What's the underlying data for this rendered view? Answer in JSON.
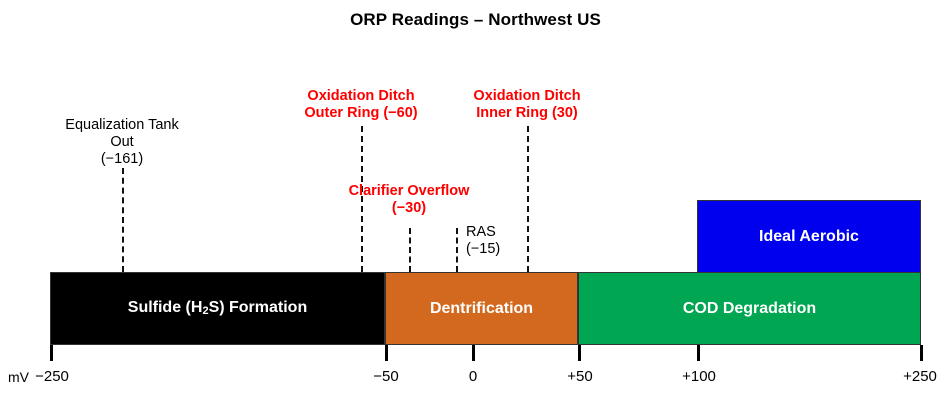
{
  "chart_data": {
    "type": "bar",
    "title": "ORP Readings – Northwest US",
    "xlabel": "mV",
    "ylabel": "",
    "xlim": [
      -250,
      250
    ],
    "grid": false,
    "legend": "none",
    "axis": {
      "unit_label": "mV",
      "ticks": [
        {
          "value": -250,
          "label": "−250"
        },
        {
          "value": -50,
          "label": "−50"
        },
        {
          "value": 0,
          "label": "0"
        },
        {
          "value": 50,
          "label": "+50"
        },
        {
          "value": 100,
          "label": "+100"
        },
        {
          "value": 250,
          "label": "+250"
        }
      ]
    },
    "bands": [
      {
        "name": "sulfide-formation",
        "label": "Sulfide (H₂S) Formation",
        "label_main": "Sulfide (H",
        "label_sub": "2",
        "label_tail": "S) Formation",
        "start": -250,
        "end": -50,
        "color": "#000000",
        "row": "base"
      },
      {
        "name": "dentrification",
        "label": "Dentrification",
        "start": -50,
        "end": 50,
        "color": "#D2691E",
        "row": "base"
      },
      {
        "name": "cod-degradation",
        "label": "COD Degradation",
        "start": 50,
        "end": 250,
        "color": "#00A651",
        "row": "base"
      },
      {
        "name": "ideal-aerobic",
        "label": "Ideal Aerobic",
        "start": 100,
        "end": 250,
        "color": "#0000EE",
        "row": "upper"
      }
    ],
    "annotations": [
      {
        "name": "equalization-tank-out",
        "lines": [
          "Equalization Tank",
          "Out",
          "(−161)"
        ],
        "value": -161,
        "color": "#000000",
        "bold": false,
        "align": "center"
      },
      {
        "name": "oxidation-ditch-outer-ring",
        "lines": [
          "Oxidation Ditch",
          "Outer Ring (−60)"
        ],
        "value": -60,
        "color": "#ff0000",
        "bold": true,
        "align": "center"
      },
      {
        "name": "clarifier-overflow",
        "lines": [
          "Clarifier Overflow",
          "(−30)"
        ],
        "value": -30,
        "color": "#ff0000",
        "bold": true,
        "align": "center"
      },
      {
        "name": "ras",
        "lines": [
          "RAS",
          "(−15)"
        ],
        "value": -15,
        "color": "#000000",
        "bold": false,
        "align": "left"
      },
      {
        "name": "oxidation-ditch-inner-ring",
        "lines": [
          "Oxidation Ditch",
          "Inner Ring (30)"
        ],
        "value": 30,
        "color": "#ff0000",
        "bold": true,
        "align": "center"
      }
    ]
  },
  "labels": {
    "title": "ORP Readings – Northwest US",
    "unit": "mV",
    "band_sulfide_main": "Sulfide (H",
    "band_sulfide_sub": "2",
    "band_sulfide_tail": "S) Formation",
    "band_dentrification": "Dentrification",
    "band_cod": "COD Degradation",
    "band_aerobic": "Ideal Aerobic",
    "ann_eq_l1": "Equalization Tank",
    "ann_eq_l2": "Out",
    "ann_eq_l3": "(−161)",
    "ann_odo_l1": "Oxidation Ditch",
    "ann_odo_l2": "Outer Ring (−60)",
    "ann_clar_l1": "Clarifier Overflow",
    "ann_clar_l2": "(−30)",
    "ann_ras_l1": "RAS",
    "ann_ras_l2": "(−15)",
    "ann_odi_l1": "Oxidation Ditch",
    "ann_odi_l2": "Inner Ring (30)",
    "tick_m250": "−250",
    "tick_m50": "−50",
    "tick_0": "0",
    "tick_p50": "+50",
    "tick_p100": "+100",
    "tick_p250": "+250"
  }
}
